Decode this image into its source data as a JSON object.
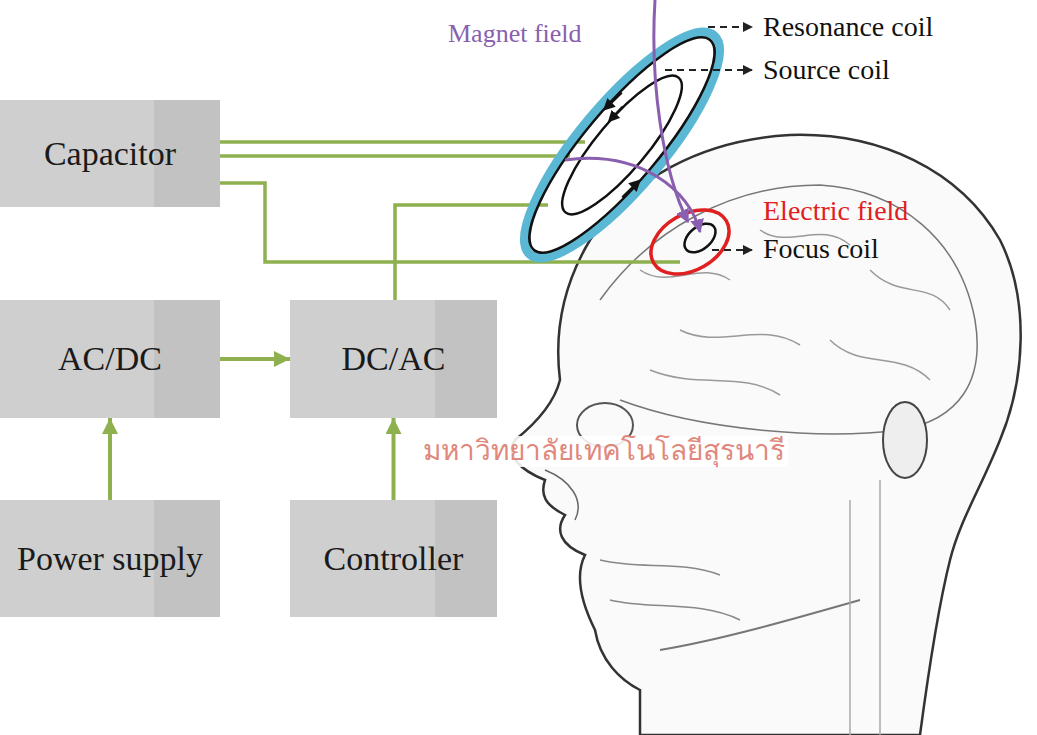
{
  "diagram": {
    "nodes": [
      {
        "text": [
          "Capacitor"
        ]
      },
      {
        "text": [
          "AC/DC"
        ]
      },
      {
        "text": [
          "DC/AC"
        ]
      },
      {
        "text": [
          "Power supply"
        ]
      },
      {
        "text": [
          "Controller"
        ]
      }
    ],
    "edges": [
      {
        "from": 3,
        "to": 1,
        "arrow": "to"
      },
      {
        "from": 1,
        "to": 2,
        "arrow": "to"
      },
      {
        "from": 4,
        "to": 2,
        "arrow": "to"
      }
    ],
    "labels": [
      "Magnet field",
      "Resonance coil",
      "Source coil",
      "Electric field",
      "Focus coil",
      "มหาวิทยาลัยเทคโนโลยีสุรนารี"
    ]
  }
}
